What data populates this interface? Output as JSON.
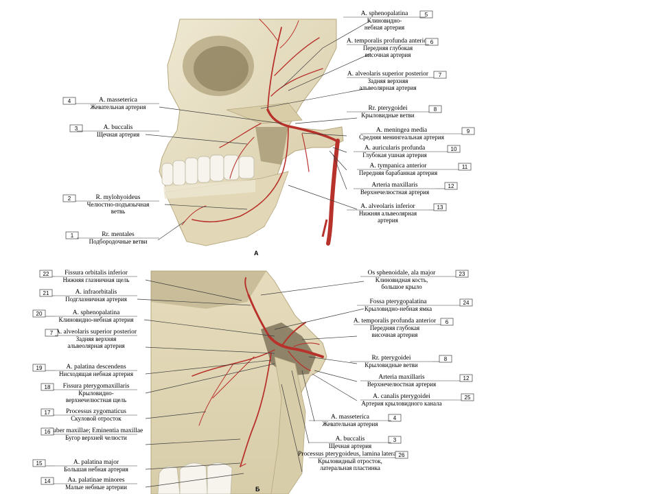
{
  "panels": [
    {
      "id": "A",
      "letter": "А",
      "labels": [
        {
          "num": "5",
          "lat": "A. sphenopalatina",
          "rus": [
            "Клиновидно-",
            "небная артерия"
          ]
        },
        {
          "num": "6",
          "lat": "A. temporalis profunda anterior",
          "rus": [
            "Передняя глубокая",
            "височная артерия"
          ]
        },
        {
          "num": "7",
          "lat": "A. alveolaris superior posterior",
          "rus": [
            "Задняя верхняя",
            "альвеолярная артерия"
          ]
        },
        {
          "num": "8",
          "lat": "Rr. pterygoidei",
          "rus": [
            "Крыловидные ветви"
          ]
        },
        {
          "num": "9",
          "lat": "A. meningea media",
          "rus": [
            "Средняя менингеальная артерия"
          ]
        },
        {
          "num": "10",
          "lat": "A. auricularis profunda",
          "rus": [
            "Глубокая ушная артерия"
          ]
        },
        {
          "num": "11",
          "lat": "A. tympanica anterior",
          "rus": [
            "Передняя барабанная артерия"
          ]
        },
        {
          "num": "12",
          "lat": "Arteria maxillaris",
          "rus": [
            "Верхнечелюстная артерия"
          ]
        },
        {
          "num": "13",
          "lat": "A. alveolaris inferior",
          "rus": [
            "Нижняя альвеолярная",
            "артерия"
          ]
        },
        {
          "num": "4",
          "lat": "A. masseterica",
          "rus": [
            "Жевательная артерия"
          ]
        },
        {
          "num": "3",
          "lat": "A. buccalis",
          "rus": [
            "Щечная артерия"
          ]
        },
        {
          "num": "2",
          "lat": "R. mylohyoideus",
          "rus": [
            "Челюстно-подъязычная",
            "ветвь"
          ]
        },
        {
          "num": "1",
          "lat": "Rr. mentales",
          "rus": [
            "Подбородочные ветви"
          ]
        }
      ]
    },
    {
      "id": "B",
      "letter": "Б",
      "labels": [
        {
          "num": "22",
          "lat": "Fissura orbitalis inferior",
          "rus": [
            "Нижняя глазничная щель"
          ]
        },
        {
          "num": "21",
          "lat": "A. infraorbitalis",
          "rus": [
            "Подглазничная артерия"
          ]
        },
        {
          "num": "20",
          "lat": "A. sphenopalatina",
          "rus": [
            "Клиновидно-небная артерия"
          ]
        },
        {
          "num": "7",
          "lat": "A. alveolaris superior posterior",
          "rus": [
            "Задняя верхняя",
            "альвеолярная артерия"
          ]
        },
        {
          "num": "19",
          "lat": "A. palatina descendens",
          "rus": [
            "Нисходящая небная артерия"
          ]
        },
        {
          "num": "18",
          "lat": "Fissura pterygomaxillaris",
          "rus": [
            "Крыловидно-",
            "верхнечелюстная щель"
          ]
        },
        {
          "num": "17",
          "lat": "Processus zygomaticus",
          "rus": [
            "Скуловой отросток"
          ]
        },
        {
          "num": "16",
          "lat": "Tuber maxillae; Eminentia maxillae",
          "rus": [
            "Бугор верхней челюсти"
          ]
        },
        {
          "num": "15",
          "lat": "A. palatina major",
          "rus": [
            "Большая небная артерия"
          ]
        },
        {
          "num": "14",
          "lat": "Aa. palatinae minores",
          "rus": [
            "Малые небные артерии"
          ]
        },
        {
          "num": "23",
          "lat": "Os sphenoidale, ala major",
          "rus": [
            "Клиновидная кость,",
            "большое крыло"
          ]
        },
        {
          "num": "24",
          "lat": "Fossa pterygopalatina",
          "rus": [
            "Крыловидно-небная ямка"
          ]
        },
        {
          "num": "6",
          "lat": "A. temporalis profunda anterior",
          "rus": [
            "Передняя глубокая",
            "височная артерия"
          ]
        },
        {
          "num": "8",
          "lat": "Rr. pterygoidei",
          "rus": [
            "Крыловидные ветви"
          ]
        },
        {
          "num": "12",
          "lat": "Arteria maxillaris",
          "rus": [
            "Верхнечелюстная артерия"
          ]
        },
        {
          "num": "25",
          "lat": "A. canalis pterygoidei",
          "rus": [
            "Артерия крыловидного канала"
          ]
        },
        {
          "num": "4",
          "lat": "A. masseterica",
          "rus": [
            "Жевательная артерия"
          ]
        },
        {
          "num": "3",
          "lat": "A. buccalis",
          "rus": [
            "Щечная артерия"
          ]
        },
        {
          "num": "26",
          "lat": "Processus pterygoideus, lamina lateralis",
          "rus": [
            "Крыловидный отросток,",
            "латеральная пластинка"
          ]
        }
      ]
    }
  ],
  "colors": {
    "bone": "#e8e0c4",
    "bone_shade": "#c9bd98",
    "artery": "#b8322c",
    "tooth": "#f6f4ec",
    "leader": "#3a3a3a"
  }
}
